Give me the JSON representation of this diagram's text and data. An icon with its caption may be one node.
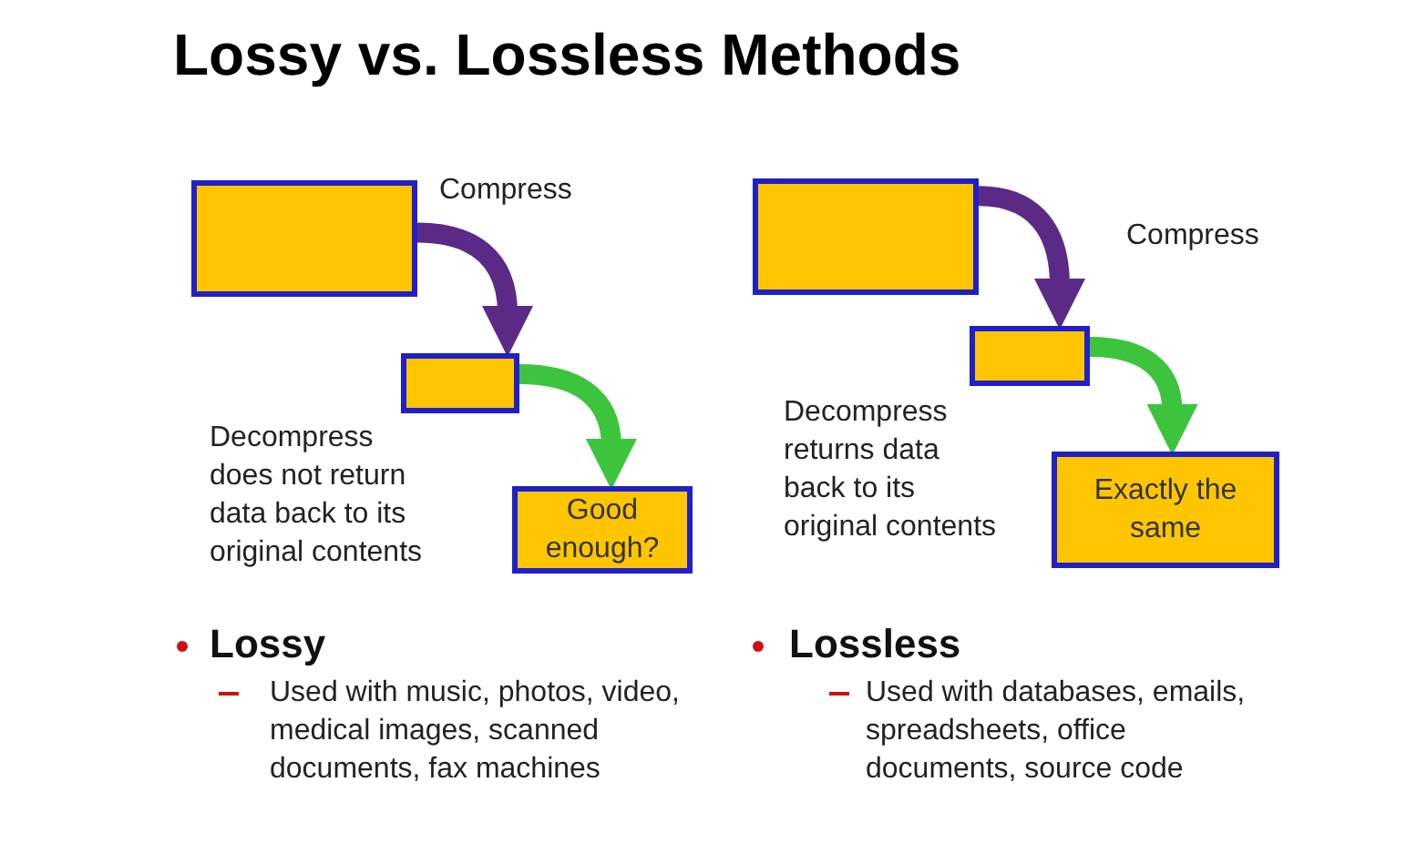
{
  "diagram": {
    "title": "Lossy vs. Lossless Methods",
    "nodes": [
      {
        "text": [],
        "shape": "box"
      },
      {
        "text": [],
        "shape": "box"
      },
      {
        "text": [
          "Good enough?"
        ]
      },
      {
        "text": [],
        "shape": "box"
      },
      {
        "text": [],
        "shape": "box"
      },
      {
        "text": [
          "Exactly the same"
        ]
      }
    ],
    "edges": [
      {
        "from": 0,
        "to": 1,
        "arrow": "to",
        "label": "Compress",
        "color": "#5b2a86"
      },
      {
        "from": 1,
        "to": 2,
        "arrow": "to",
        "label": "Decompress does not return data back to its original contents",
        "color": "#3cc43c"
      },
      {
        "from": 3,
        "to": 4,
        "arrow": "to",
        "label": "Compress",
        "color": "#5b2a86"
      },
      {
        "from": 4,
        "to": 5,
        "arrow": "to",
        "label": "Decompress returns data back to its original contents",
        "color": "#3cc43c"
      }
    ],
    "labels": [
      "Lossy",
      "Used with music, photos, video, medical images, scanned documents, fax machines",
      "Lossless",
      "Used with databases, emails, spreadsheets, office documents, source code"
    ]
  }
}
